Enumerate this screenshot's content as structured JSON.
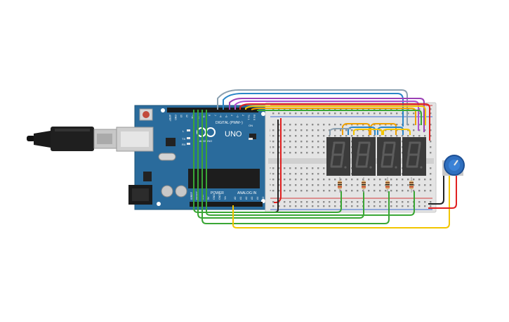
{
  "arduino": {
    "brand": "UNO",
    "digital_label": "DIGITAL (PWM~)",
    "power_label": "POWER",
    "analog_label": "ANALOG IN",
    "logo_text": "ARDUINO",
    "led_labels": [
      "L",
      "TX",
      "RX"
    ],
    "on_label": "ON",
    "digital_pins": [
      "AREF",
      "GND",
      "13",
      "12",
      "~11",
      "~10",
      "~9",
      "8",
      "7",
      "~6",
      "~5",
      "4",
      "~3",
      "2",
      "TX 1",
      "RX 0"
    ],
    "power_pins": [
      "IOREF",
      "RESET",
      "3.3V",
      "5V",
      "GND",
      "GND",
      "Vin"
    ],
    "analog_pins": [
      "A0",
      "A1",
      "A2",
      "A3",
      "A4",
      "A5"
    ]
  },
  "breadboard": {
    "row_letters_top": [
      "j",
      "i",
      "h",
      "g",
      "f"
    ],
    "row_letters_bottom": [
      "e",
      "d",
      "c",
      "b",
      "a"
    ]
  },
  "display": {
    "digits": [
      "8",
      "8",
      "8",
      "8"
    ]
  },
  "colors": {
    "board": "#2a6b9c",
    "breadboard": "#e4e4e4",
    "display": "#3b3b3b",
    "segment": "#555555",
    "wire_green": "#3aa635",
    "wire_yellow": "#f2c500",
    "wire_orange": "#f0a000",
    "wire_blue": "#2a86c8",
    "wire_purple": "#9b3fb5",
    "wire_red": "#e02020",
    "wire_black": "#222222",
    "wire_gray": "#8aa0b0",
    "pot": "#2f6fbf"
  }
}
